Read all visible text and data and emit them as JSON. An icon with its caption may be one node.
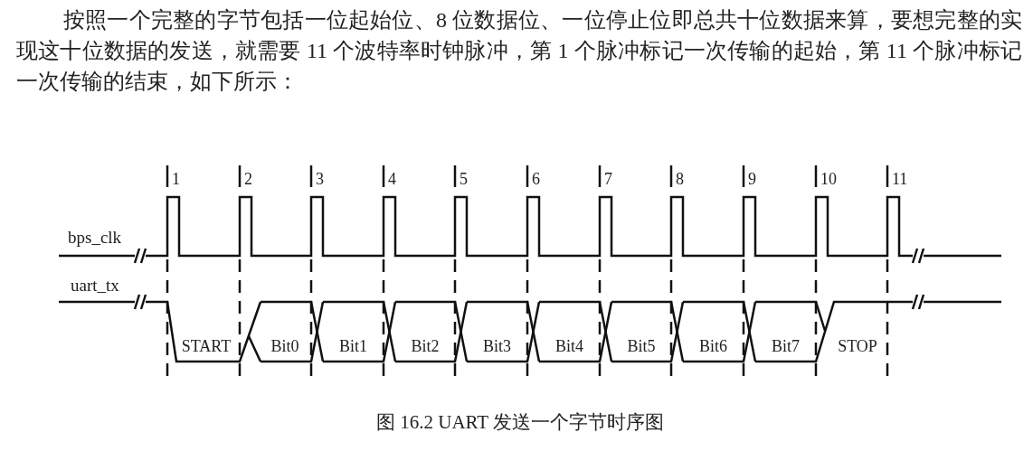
{
  "diagram": {
    "caption": "图 16.2 UART 发送一个字节时序图",
    "labels": [
      "按照一个完整的字节包括一位起始位、8 位数据位、一位停止位即总共十位数据来算，要想完整的实现这十位数据的发送，就需要 11 个波特率时钟脉冲，第 1 个脉冲标记一次传输的起始，第 11 个脉冲标记一次传输的结束，如下所示：",
      "1",
      "2",
      "3",
      "4",
      "5",
      "6",
      "7",
      "8",
      "9",
      "10",
      "11",
      "bps_clk",
      "uart_tx",
      "START",
      "Bit0",
      "Bit1",
      "Bit2",
      "Bit3",
      "Bit4",
      "Bit5",
      "Bit6",
      "Bit7",
      "STOP"
    ]
  }
}
